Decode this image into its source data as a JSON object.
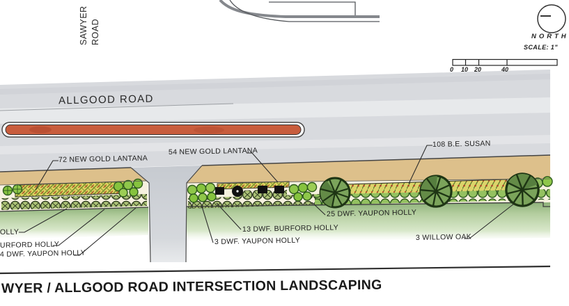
{
  "drawing": {
    "title": "WYER / ALLGOOD ROAD INTERSECTION LANDSCAPING",
    "streets": {
      "vertical": [
        "SAWYER",
        "ROAD"
      ],
      "horizontal": "ALLGOOD ROAD"
    },
    "compass": {
      "label": "NORTH"
    },
    "scale": {
      "label": "SCALE: 1\"",
      "bar_ticks": [
        "0",
        "10",
        "20",
        "40"
      ]
    },
    "plant_labels": {
      "gold_lantana_72": "72 NEW GOLD LANTANA",
      "gold_lantana_54": "54 NEW GOLD LANTANA",
      "be_susan_108": "108 B.E. SUSAN",
      "dwf_yaupon_holly_25": "25 DWF. YAUPON HOLLY",
      "dwf_burford_holly_13": "13 DWF. BURFORD HOLLY",
      "dwf_yaupon_holly_3": "3 DWF. YAUPON HOLLY",
      "willow_oak_3": "3 WILLOW OAK",
      "cut_holly": "OLLY",
      "cut_burford_holly": "URFORD HOLLY",
      "cut_dwf_yaupon_holly_4": "4 DWF. YAUPON HOLLY"
    },
    "colors": {
      "median_red": "#c85d3d",
      "road_gray": "#d8dade",
      "driveway_gray": "#c7cbd1",
      "curb_tan": "#ddc08b",
      "bed_cream": "#f6f1df",
      "hatch_yellow": "#dcd45f",
      "shrub_green": "#94c160",
      "lawn_green": "#a9c794",
      "tree_green": "#7ba45b",
      "ink": "#2b2b2b"
    }
  }
}
